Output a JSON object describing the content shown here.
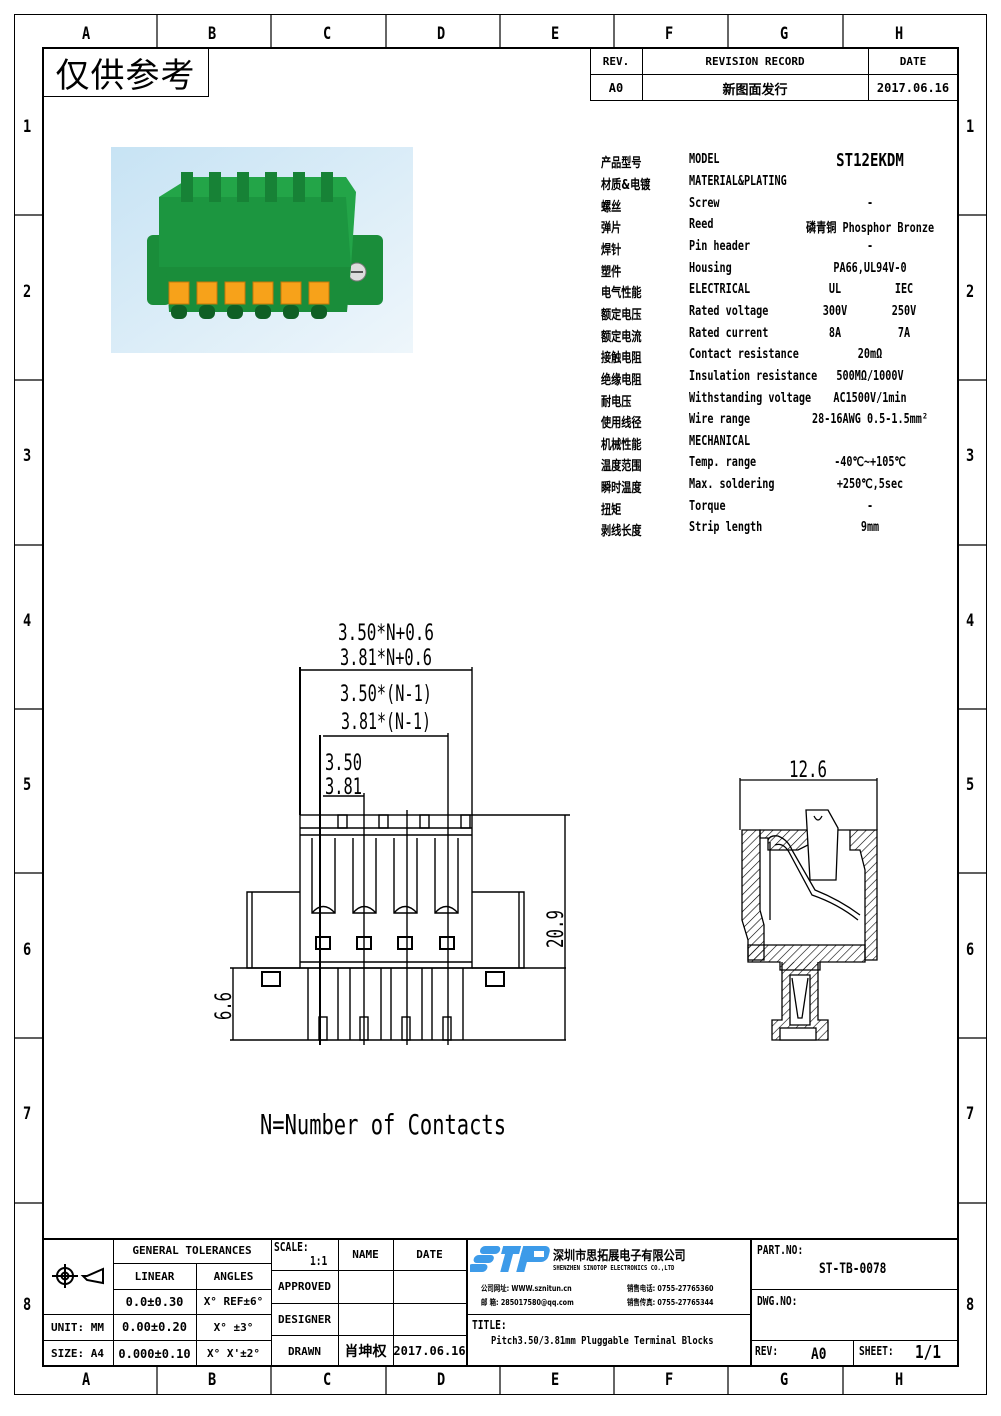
{
  "frame": {
    "columns": [
      "A",
      "B",
      "C",
      "D",
      "E",
      "F",
      "G",
      "H"
    ],
    "rows": [
      "1",
      "2",
      "3",
      "4",
      "5",
      "6",
      "7",
      "8"
    ]
  },
  "stamp": "仅供参考",
  "revision": {
    "headers": [
      "REV.",
      "REVISION RECORD",
      "DATE"
    ],
    "row": [
      "A0",
      "新图面发行",
      "2017.06.16"
    ]
  },
  "specs": {
    "model_cn": "产品型号",
    "model_en": "MODEL",
    "model_value": "ST12EKDM",
    "rows": [
      {
        "cn": "材质&电镀",
        "en": "MATERIAL&PLATING",
        "v1": "",
        "v2": ""
      },
      {
        "cn": "螺丝",
        "en": "Screw",
        "v1": "-",
        "v2": ""
      },
      {
        "cn": "弹片",
        "en": "Reed",
        "v1": "磷青铜 Phosphor Bronze",
        "v2": ""
      },
      {
        "cn": "焊针",
        "en": "Pin header",
        "v1": "-",
        "v2": ""
      },
      {
        "cn": "塑件",
        "en": "Housing",
        "v1": "PA66,UL94V-0",
        "v2": ""
      },
      {
        "cn": "电气性能",
        "en": "ELECTRICAL",
        "v1": "UL",
        "v2": "IEC"
      },
      {
        "cn": "额定电压",
        "en": "Rated voltage",
        "v1": "300V",
        "v2": "250V"
      },
      {
        "cn": "额定电流",
        "en": "Rated current",
        "v1": "8A",
        "v2": "7A"
      },
      {
        "cn": "接触电阻",
        "en": "Contact resistance",
        "v1": "20mΩ",
        "v2": ""
      },
      {
        "cn": "绝缘电阻",
        "en": "Insulation resistance",
        "v1": "500MΩ/1000V",
        "v2": ""
      },
      {
        "cn": "耐电压",
        "en": "Withstanding voltage",
        "v1": "AC1500V/1min",
        "v2": ""
      },
      {
        "cn": "使用线径",
        "en": "Wire range",
        "v1": "28-16AWG 0.5-1.5mm²",
        "v2": ""
      },
      {
        "cn": "机械性能",
        "en": "MECHANICAL",
        "v1": "",
        "v2": ""
      },
      {
        "cn": "温度范围",
        "en": "Temp. range",
        "v1": "-40℃~+105℃",
        "v2": ""
      },
      {
        "cn": "瞬时温度",
        "en": "Max. soldering",
        "v1": "+250℃,5sec",
        "v2": ""
      },
      {
        "cn": "扭矩",
        "en": "Torque",
        "v1": "-",
        "v2": ""
      },
      {
        "cn": "剥线长度",
        "en": "Strip length",
        "v1": "9mm",
        "v2": ""
      }
    ]
  },
  "drawing": {
    "dim_total_a": "3.50*N+0.6",
    "dim_total_b": "3.81*N+0.6",
    "dim_span_a": "3.50*(N-1)",
    "dim_span_b": "3.81*(N-1)",
    "dim_pitch_a": "3.50",
    "dim_pitch_b": "3.81",
    "dim_height": "20.9",
    "dim_pin": "6.6",
    "dim_depth": "12.6",
    "note": "N=Number of Contacts"
  },
  "title_block": {
    "general_tolerances": "GENERAL TOLERANCES",
    "linear": "LINEAR",
    "angles": "ANGLES",
    "tol_rows": [
      {
        "linear": "0.0±0.30",
        "angle": "X° REF±6°"
      },
      {
        "linear": "0.00±0.20",
        "angle": "X° ±3°"
      },
      {
        "linear": "0.000±0.10",
        "angle": "X° X'±2°"
      }
    ],
    "unit": "UNIT: MM",
    "size": "SIZE: A4",
    "scale_label": "SCALE:",
    "scale_value": "1:1",
    "name": "NAME",
    "date": "DATE",
    "approved": "APPROVED",
    "designer": "DESIGNER",
    "drawn": "DRAWN",
    "drawn_name": "肖坤权",
    "drawn_date": "2017.06.16",
    "company_logo": "STP",
    "company_cn": "深圳市思拓展电子有限公司",
    "company_en": "SHENZHEN SINOTOP ELECTRONICS CO.,LTD",
    "contact": [
      "公司网址: WWW.sznitun.cn",
      "销售电话: 0755-27765360",
      "邮    箱: 285017580@qq.com",
      "销售传真: 0755-27765344"
    ],
    "title_label": "TITLE:",
    "title": "Pitch3.50/3.81mm Pluggable Terminal Blocks",
    "part_no_label": "PART.NO:",
    "part_no": "ST-TB-0078",
    "dwg_no_label": "DWG.NO:",
    "rev_label": "REV:",
    "rev": "A0",
    "sheet_label": "SHEET:",
    "sheet": "1/1",
    "logo_color": "#3d9be9"
  }
}
